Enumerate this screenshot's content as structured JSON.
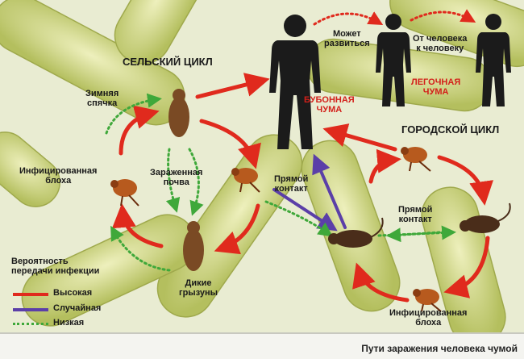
{
  "labels": {
    "rural_cycle": "СЕЛЬСКИЙ ЦИКЛ",
    "urban_cycle": "ГОРОДСКОЙ ЦИКЛ",
    "hibernation": "Зимняя\nспячка",
    "infected_flea_left": "Инфицированная\nблоха",
    "infected_soil": "Зараженная\nпочва",
    "wild_rodents": "Дикие\nгрызуны",
    "direct_contact_center": "Прямой\nконтакт",
    "bubonic_plague": "БУБОННАЯ\nЧУМА",
    "can_develop": "Может\nразвиться",
    "human_to_human": "От человека\nк человеку",
    "pneumonic_plague": "ЛЕГОЧНАЯ\nЧУМА",
    "direct_contact_right": "Прямой\nконтакт",
    "infected_flea_bottom": "Инфицированная\nблоха"
  },
  "legend": {
    "title": "Вероятность\nпередачи инфекции",
    "high": "Высокая",
    "random": "Случайная",
    "low": "Низкая"
  },
  "caption": "Пути заражения человека чумой",
  "colors": {
    "high": "#e02a1d",
    "random": "#5b3fa8",
    "low": "#3fa83a",
    "emphasis_text": "#d3201a",
    "background_bacteria": "#c9d27a"
  }
}
